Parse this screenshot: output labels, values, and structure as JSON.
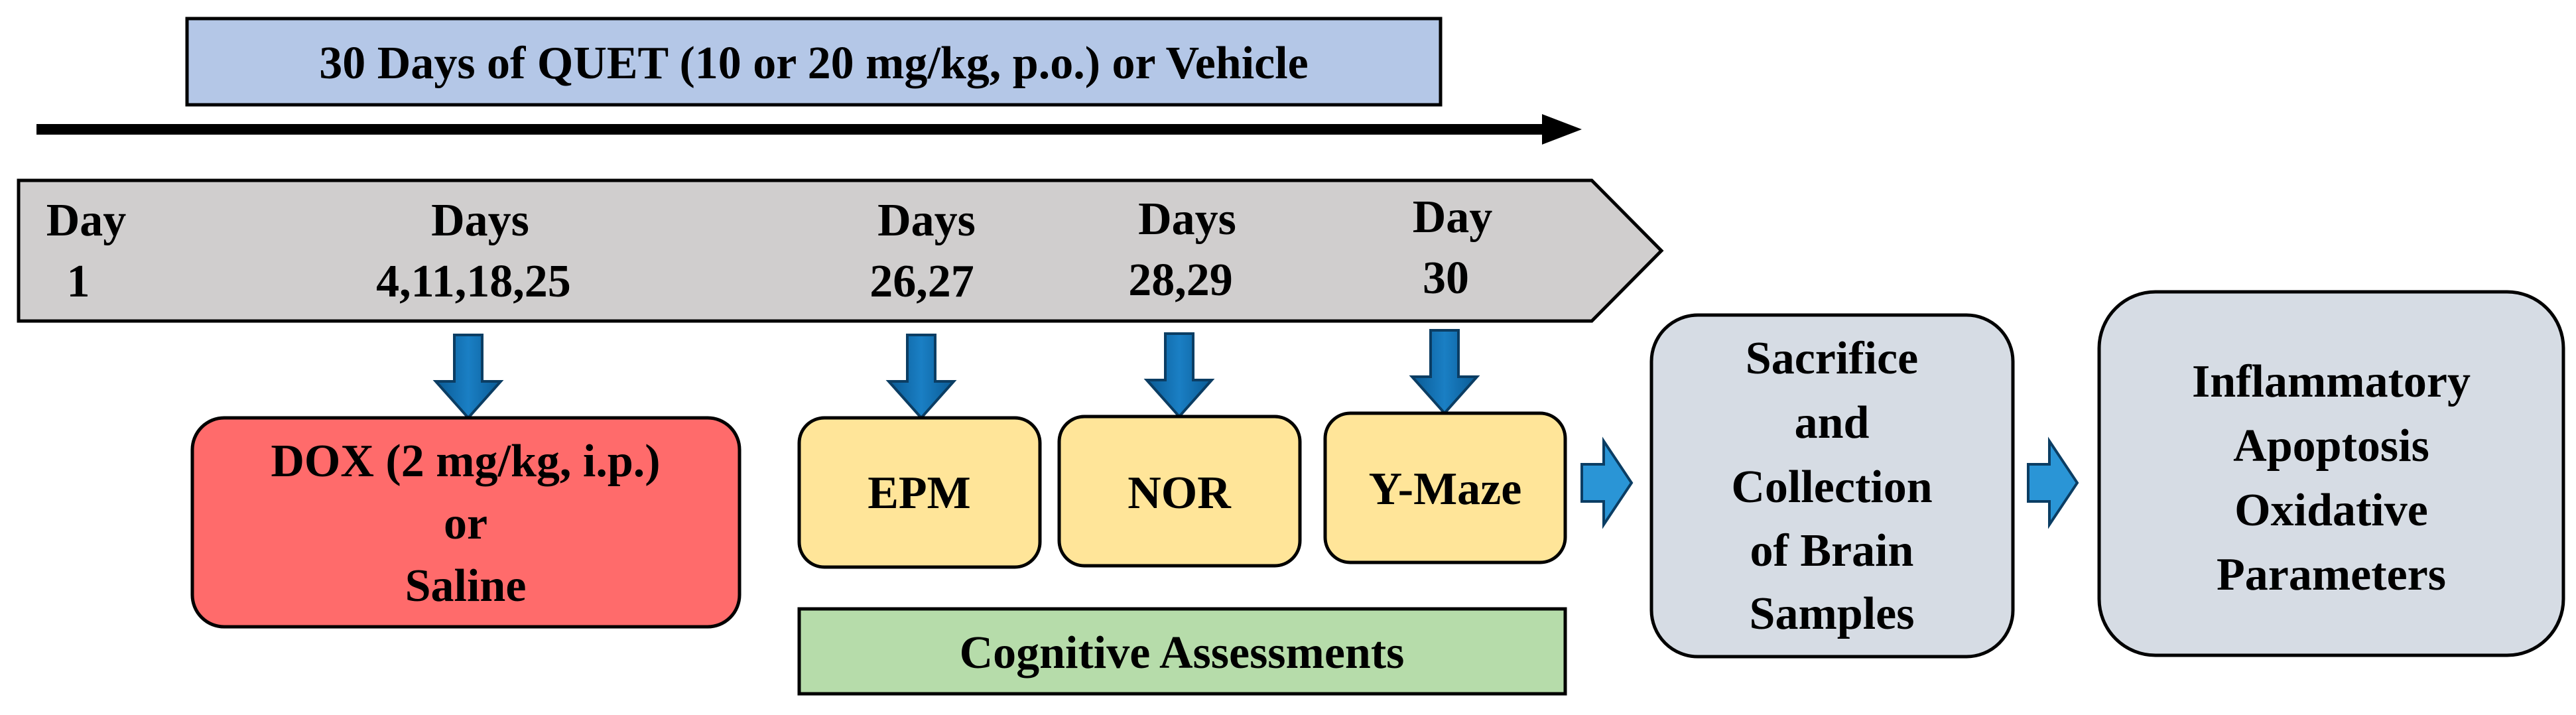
{
  "treatment_banner": {
    "label": "30 Days of QUET (10 or 20 mg/kg, p.o.) or Vehicle"
  },
  "timeline": {
    "milestones": [
      {
        "line1": "Day",
        "line2": "1"
      },
      {
        "line1": "Days",
        "line2": "4,11,18,25"
      },
      {
        "line1": "Days",
        "line2": "26,27"
      },
      {
        "line1": "Days",
        "line2": "28,29"
      },
      {
        "line1": "Day",
        "line2": "30"
      }
    ]
  },
  "dox_box": {
    "line1": "DOX (2 mg/kg, i.p.)",
    "line2": "or",
    "line3": "Saline"
  },
  "tests": [
    {
      "label": "EPM"
    },
    {
      "label": "NOR"
    },
    {
      "label": "Y-Maze"
    }
  ],
  "cognitive_label": "Cognitive Assessments",
  "sacrifice_box": {
    "lines": [
      "Sacrifice",
      "and",
      "Collection",
      "of Brain",
      "Samples"
    ]
  },
  "parameters_box": {
    "lines": [
      "Inflammatory",
      "Apoptosis",
      "Oxidative",
      "Parameters"
    ]
  },
  "colors": {
    "banner": "#b4c7e7",
    "timeline": "#d0cece",
    "dox": "#ff6b6b",
    "tests": "#ffe599",
    "cognitive": "#b6dcaa",
    "outcome": "#d6dce4",
    "arrow_down": "#0b6aa8",
    "arrow_right": "#2a95d6"
  }
}
